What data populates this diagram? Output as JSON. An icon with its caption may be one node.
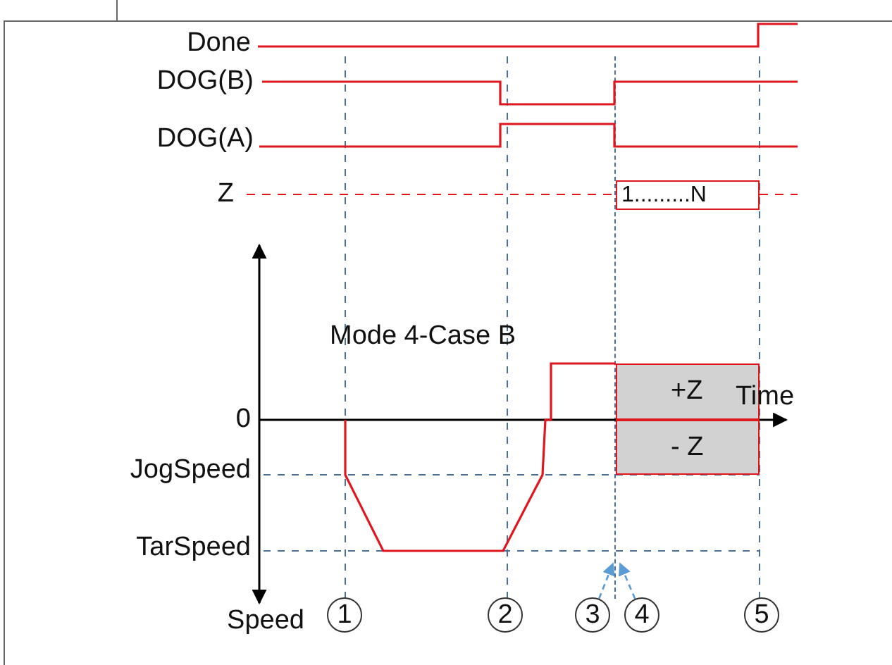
{
  "diagram": {
    "nodes": [
      {
        "text": [
          "1.........N"
        ]
      },
      {
        "text": [
          "+Z"
        ]
      },
      {
        "text": [
          "- Z"
        ]
      },
      {
        "text": [
          "1"
        ]
      },
      {
        "text": [
          "2"
        ]
      },
      {
        "text": [
          "3"
        ]
      },
      {
        "text": [
          "4"
        ]
      },
      {
        "text": [
          "5"
        ]
      },
      {
        "text": [],
        "shape": "line"
      }
    ],
    "edges": [
      {
        "from": 5,
        "to": 8,
        "arrow": "to",
        "style": "dashed",
        "color": "#5b9bd5"
      },
      {
        "from": 6,
        "to": 8,
        "arrow": "to",
        "style": "dashed",
        "color": "#5b9bd5"
      }
    ],
    "labels": [
      "Done",
      "DOG(B)",
      "DOG(A)",
      "Z",
      "Mode 4-Case B",
      "Time",
      "0",
      "JogSpeed",
      "TarSpeed",
      "Speed"
    ]
  }
}
